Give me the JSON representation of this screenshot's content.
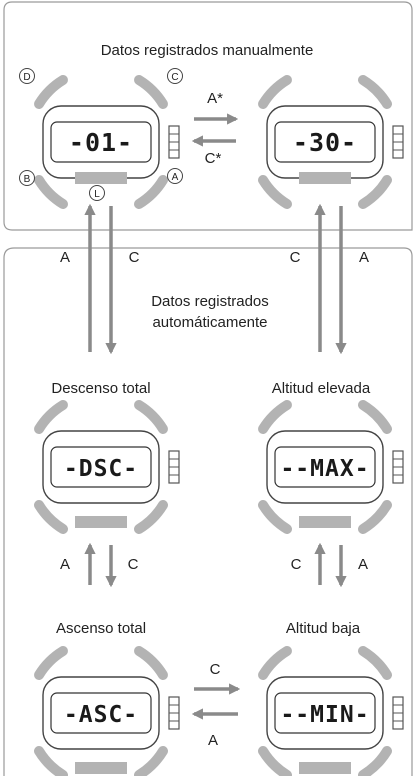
{
  "sections": {
    "manual_title": "Datos registrados manualmente",
    "auto_title_line1": "Datos registrados",
    "auto_title_line2": "automáticamente"
  },
  "button_labels": {
    "D": "D",
    "C": "C",
    "B": "B",
    "A": "A",
    "L": "L"
  },
  "watches": {
    "w01": {
      "display": "-01-"
    },
    "w30": {
      "display": "-30-"
    },
    "dsc": {
      "caption": "Descenso total",
      "display": "-DSC-"
    },
    "max": {
      "caption": "Altitud elevada",
      "display": "--MAX-"
    },
    "asc": {
      "caption": "Ascenso total",
      "display": "-ASC-"
    },
    "min": {
      "caption": "Altitud baja",
      "display": "--MIN-"
    }
  },
  "arrow_labels": {
    "top_right": "A*",
    "top_left": "C*",
    "left_up": "A",
    "left_down": "C",
    "right_up": "C",
    "right_down": "A",
    "mid_left_up": "A",
    "mid_left_down": "C",
    "mid_right_up": "C",
    "mid_right_down": "A",
    "bottom_right": "C",
    "bottom_left": "A"
  },
  "colors": {
    "arrow": "#8a8a8a",
    "watch_gray": "#b3b3b3",
    "text": "#222222"
  }
}
